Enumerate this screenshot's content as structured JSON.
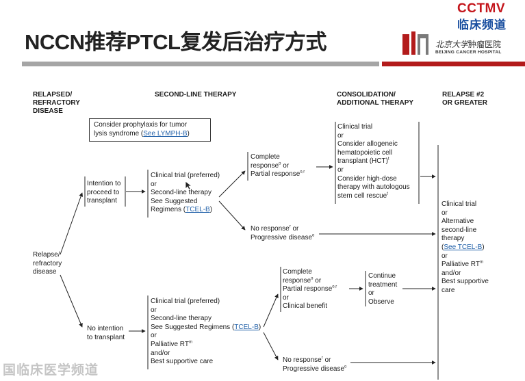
{
  "branding": {
    "cctv": "CCTMV",
    "cctv_sub": "临床频道",
    "hospital_cn": "北京大学",
    "hospital_cn2": "肿瘤医院",
    "hospital_en": "BEIJING CANCER HOSPITAL",
    "red": "#b31b1b",
    "blue": "#1a4fa0"
  },
  "slide": {
    "title": "NCCN推荐PTCL复发后治疗方式"
  },
  "headers": {
    "col1_line1": "RELAPSED/",
    "col1_line2": "REFRACTORY",
    "col1_line3": "DISEASE",
    "col2": "SECOND-LINE THERAPY",
    "col3_line1": "CONSOLIDATION/",
    "col3_line2": "ADDITIONAL THERAPY",
    "col4_line1": "RELAPSE #2",
    "col4_line2": "OR GREATER"
  },
  "prophylaxis": {
    "line1": "Consider prophylaxis for tumor",
    "line2_pre": "lysis syndrome (",
    "link": "See LYMPH-B",
    "line2_post": ")"
  },
  "start": {
    "line1": "Relapse/",
    "line2": "refractory",
    "line3": "disease"
  },
  "transplant": {
    "line1": "Intention to",
    "line2": "proceed to",
    "line3": "transplant"
  },
  "no_transplant": {
    "line1": "No intention",
    "line2": "to transplant"
  },
  "upper_therapy": {
    "line1": "Clinical trial (preferred)",
    "line2": "or",
    "line3": "Second-line therapy",
    "line4": "See Suggested",
    "line5_pre": "Regimens (",
    "link": "TCEL-B",
    "line5_post": ")"
  },
  "lower_therapy": {
    "line1": "Clinical trial (preferred)",
    "line2": "or",
    "line3": "Second-line therapy",
    "line4_pre": "See Suggested Regimens (",
    "link": "TCEL-B",
    "line4_post": ")",
    "line5": "or",
    "line6": "Palliative RT",
    "line6_sup": "m",
    "line7": "and/or",
    "line8": "Best supportive care"
  },
  "upper_response": {
    "line1": "Complete",
    "line2": "response",
    "line2_sup": "o",
    "line2_post": " or",
    "line3": "Partial response",
    "line3_sup": "o,r"
  },
  "upper_noresponse": {
    "line1": "No response",
    "line1_sup": "r",
    "line1_post": " or",
    "line2": "Progressive disease",
    "line2_sup": "o"
  },
  "consolidation": {
    "line1": "Clinical trial",
    "line2": "or",
    "line3": "Consider allogeneic",
    "line4": "hematopoietic cell",
    "line5": "transplant (HCT)",
    "line5_sup": "t",
    "line6": "or",
    "line7": "Consider high-dose",
    "line8": "therapy with autologous",
    "line9": "stem cell rescue",
    "line9_sup": "t"
  },
  "lower_response": {
    "line1": "Complete",
    "line2": "response",
    "line2_sup": "o",
    "line2_post": " or",
    "line3": "Partial response",
    "line3_sup": "o,r",
    "line4": "or",
    "line5": "Clinical benefit"
  },
  "continue": {
    "line1": "Continue",
    "line2": "treatment",
    "line3": "or",
    "line4": "Observe"
  },
  "lower_noresponse": {
    "line1": "No response",
    "line1_sup": "r",
    "line1_post": " or",
    "line2": "Progressive disease",
    "line2_sup": "o"
  },
  "relapse2": {
    "line1": "Clinical trial",
    "line2": "or",
    "line3": "Alternative",
    "line4": "second-line",
    "line5": "therapy",
    "line6_pre": "(",
    "link": "See TCEL-B",
    "line6_post": ")",
    "line7": "or",
    "line8": "Palliative RT",
    "line8_sup": "m",
    "line9": "and/or",
    "line10": "Best supportive",
    "line11": "care"
  },
  "watermark": {
    "text": "国临床医学频道"
  }
}
